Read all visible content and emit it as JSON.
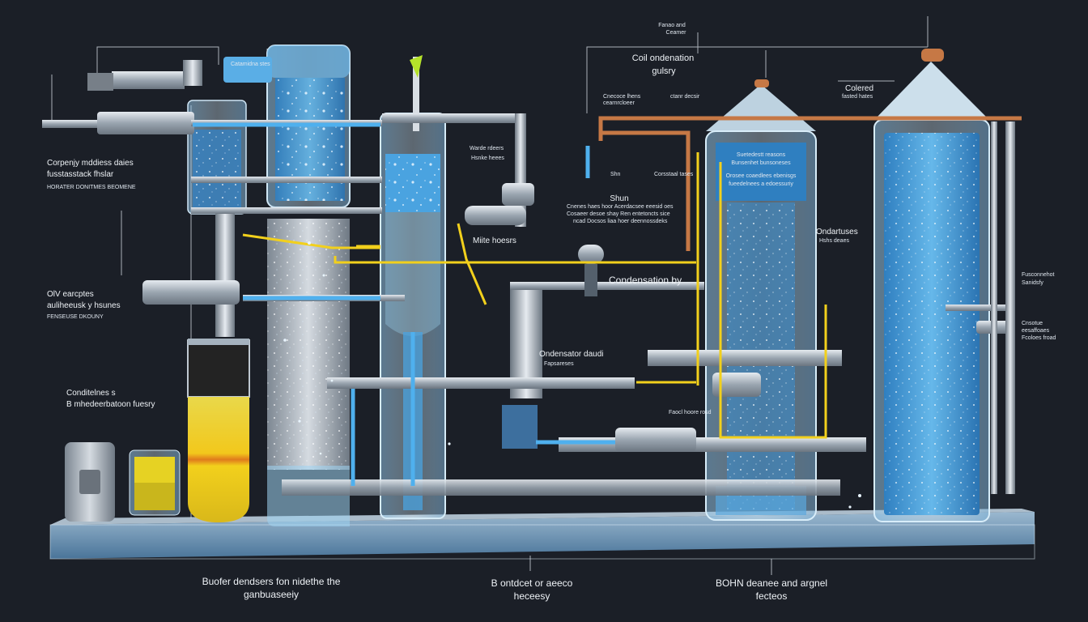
{
  "labels": {
    "top_right_header": "Coil ondenation",
    "top_right_header_2": "gulsry",
    "top_tiny_a": "Fanao and",
    "top_tiny_b": "Ceamer",
    "colored": "Colered",
    "colored_sub": "fasted hates",
    "left_1": "Corpenjy mddiess daies",
    "left_1_sub": "fusstasstack fhslar",
    "left_1_sub2": "HORATER DONITMES BEOMENE",
    "left_2": "OlV earcptes",
    "left_2_sub": "auliheeusk y hsunes",
    "left_2_sub2": "FENSEUSE DKOUNY",
    "left_3": "Conditelnes s",
    "left_3_sub": "B mhedeerbatoon fuesry",
    "center_tag_1": "Catamidna stes",
    "center_tag_2": "Warde rdeers",
    "center_tag_3": "Hsnke heees",
    "center_tag_4": "Shn",
    "center_small_1": "Cnecoce lhens",
    "center_small_2": "cearnrcloeer",
    "center_small_3": "ctanr decsir",
    "shun": "Shun",
    "shun_desc_1": "Cnenes haes hoor Acerdacsee eeesid oes",
    "shun_desc_2": "Cosaeer desoe shay Ren entetoncts sice",
    "shun_desc_3": "ncad Docsos liaa hoer deennossdeks",
    "mixing": "Miite hoesrs",
    "condensation": "Condensation by",
    "ondensator": "Ondensator daudi",
    "ondensator_sub": "Fapsareses",
    "pipe_tag": "Faocl hoore rosd",
    "ondartuses": "Ondartuses",
    "ondartuses_sub": "Hshs deaes",
    "right_tag_1": "Fusconnehot",
    "right_tag_1_sub": "Sanidsfy",
    "right_tag_2": "Cnsotue",
    "right_tag_2_sub": "eesaffoaes",
    "right_tag_2_sub2": "Fcoloes froad",
    "col_text_1": "Suetedestt reasons",
    "col_text_2": "Bunsenhet bunsoneses",
    "col_text_3": "Orosee coaedlees ebenisgs",
    "col_text_4": "fueedelnees a edoessuriy",
    "chip_1": "Corsstaal tases",
    "bottom_1": "Buofer dendsers fon nidethe the",
    "bottom_1b": "ganbuaseeiy",
    "bottom_2": "B ontdcet or aeeco",
    "bottom_2b": "heceesy",
    "bottom_3": "BOHN deanee and argnel",
    "bottom_3b": "fecteos"
  },
  "colors": {
    "background": "#1b1f27",
    "water": "#4fa3df",
    "water_light": "#9fd3f2",
    "tank_glass": "#cfe6f5",
    "pipe_steel": "#b9c2cc",
    "signal_yellow": "#f2d01c",
    "copper": "#c67845",
    "platform": "#5f8fb8"
  }
}
